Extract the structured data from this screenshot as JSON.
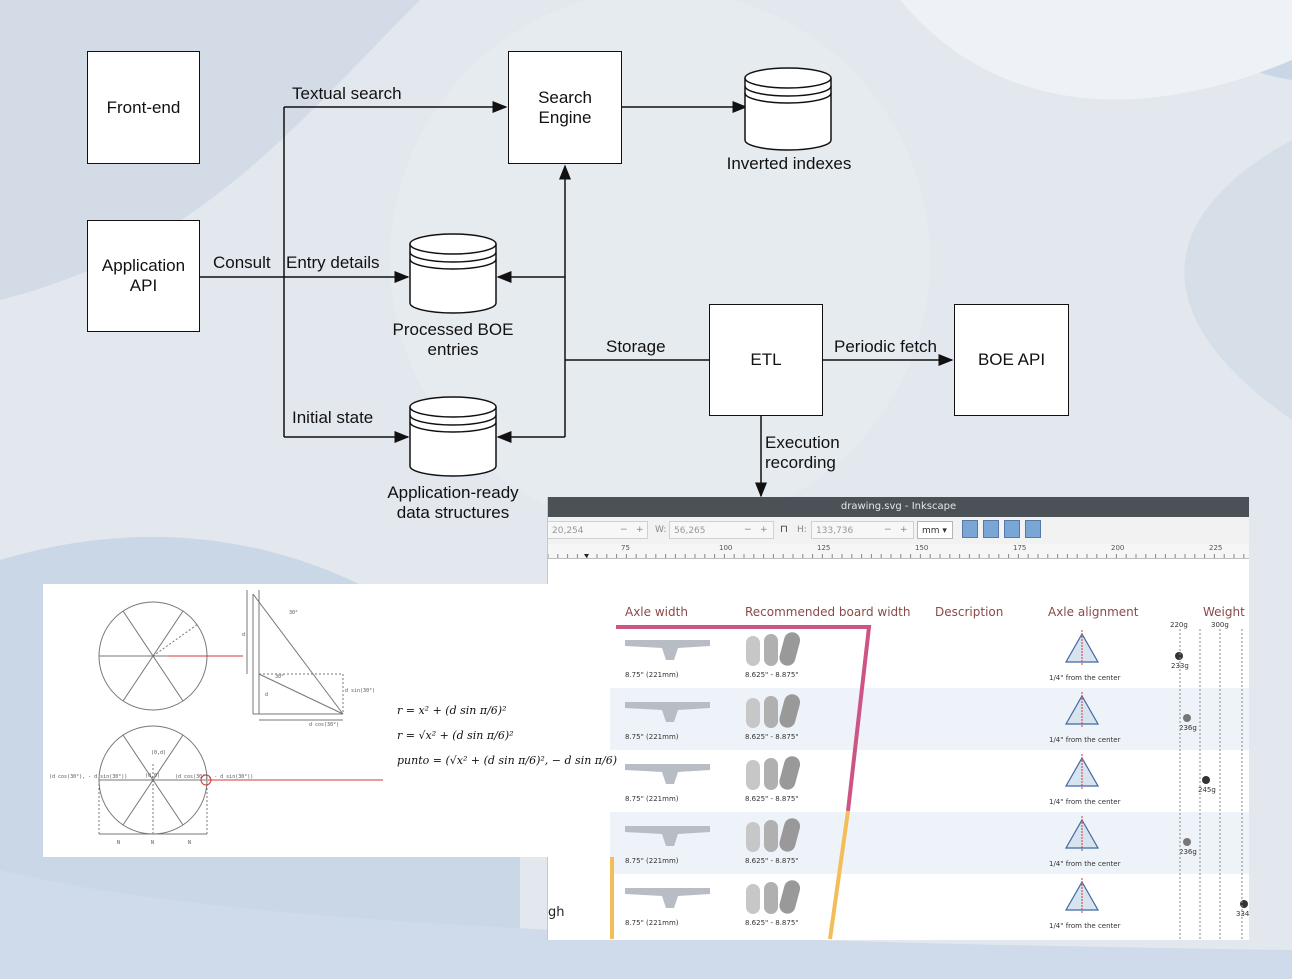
{
  "diagram": {
    "nodes": {
      "frontend": "Front-end",
      "app_api": "Application API",
      "search_engine": "Search Engine",
      "inverted_indexes": "Inverted indexes",
      "processed_boe": "Processed BOE entries",
      "app_ready": "Application-ready data structures",
      "etl": "ETL",
      "boe_api": "BOE API"
    },
    "edges": {
      "consult": "Consult",
      "textual_search": "Textual search",
      "entry_details": "Entry details",
      "initial_state": "Initial state",
      "storage": "Storage",
      "periodic_fetch": "Periodic fetch",
      "execution_recording": "Execution recording"
    }
  },
  "inkscape": {
    "title": "drawing.svg - Inkscape",
    "x_value": "20,254",
    "w_label": "W:",
    "w_value": "56,265",
    "h_label": "H:",
    "h_value": "133,736",
    "unit": "mm",
    "ruler_ticks": [
      "75",
      "100",
      "125",
      "150",
      "175",
      "200",
      "225"
    ],
    "headers": {
      "axle_width": "Axle width",
      "board_width": "Recommended board width",
      "description": "Description",
      "axle_alignment": "Axle alignment",
      "weight": "Weight"
    },
    "weight_scale": [
      "220g",
      "300g"
    ],
    "rows": [
      {
        "axle": "8.75\" (221mm)",
        "board": "8.625\" - 8.875\"",
        "align": "1/4\" from the center",
        "weight": "233g"
      },
      {
        "axle": "8.75\" (221mm)",
        "board": "8.625\" - 8.875\"",
        "align": "1/4\" from the center",
        "weight": "236g"
      },
      {
        "axle": "8.75\" (221mm)",
        "board": "8.625\" - 8.875\"",
        "align": "1/4\" from the center",
        "weight": "245g"
      },
      {
        "axle": "8.75\" (221mm)",
        "board": "8.625\" - 8.875\"",
        "align": "1/4\" from the center",
        "weight": "236g"
      },
      {
        "axle": "8.75\" (221mm)",
        "board": "8.625\" - 8.875\"",
        "align": "1/4\" from the center",
        "weight": "334"
      }
    ],
    "partial_text": "gh"
  },
  "math": {
    "eq1_lhs": "r",
    "eq1_rhs": "= x² + (d sin π/6)²",
    "eq2_lhs": "r",
    "eq2_rhs": "= √x² + (d sin π/6)²",
    "eq3_lhs": "punto",
    "eq3_rhs": "= (√x² + (d sin π/6)², − d sin π/6)",
    "fig_labels": [
      "30°",
      "d",
      "30°",
      "d",
      "d sin(30°)",
      "d cos(30°)",
      "(0,d)",
      "(0,0)",
      "(d cos(30°), - d sin(30°))",
      "(d cos(30°), - d sin(30°))",
      "N",
      "N",
      "N"
    ]
  }
}
